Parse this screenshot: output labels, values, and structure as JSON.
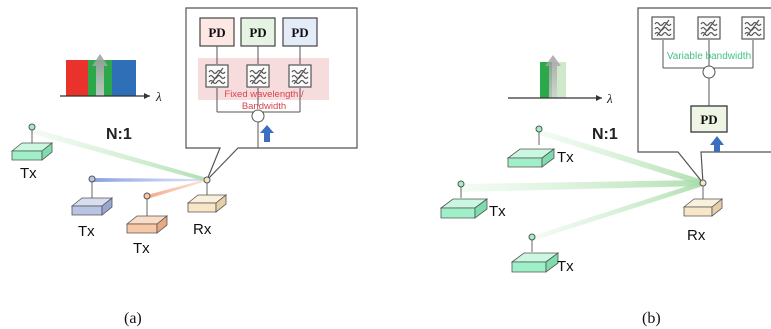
{
  "panels": {
    "a": {
      "caption": "(a)",
      "ratio": "N:1",
      "lambda": "λ",
      "tx_labels": [
        "Tx",
        "Tx",
        "Tx"
      ],
      "rx_label": "Rx",
      "pd_labels": [
        "PD",
        "PD",
        "PD"
      ],
      "filter_label_line1": "Fixed wavelength /",
      "filter_label_line2": "Bandwidth",
      "spectrum_colors": [
        "#e8322b",
        "#2aa84a",
        "#2e6fb7"
      ]
    },
    "b": {
      "caption": "(b)",
      "ratio": "N:1",
      "lambda": "λ",
      "tx_labels": [
        "Tx",
        "Tx",
        "Tx"
      ],
      "rx_label": "Rx",
      "pd_label": "PD",
      "filter_label": "Variable bandwidth",
      "spectrum_colors": [
        "#2aa84a",
        "#cfe8c8"
      ]
    }
  },
  "colors": {
    "tx_green": "#9ff0c8",
    "tx_blue": "#b9c4e2",
    "tx_orange": "#f8c7a6",
    "rx": "#f7e6c8",
    "filter_red_text": "#d9434a",
    "filter_green_text": "#45c08a",
    "arrow_blue": "#3d6fc0"
  }
}
